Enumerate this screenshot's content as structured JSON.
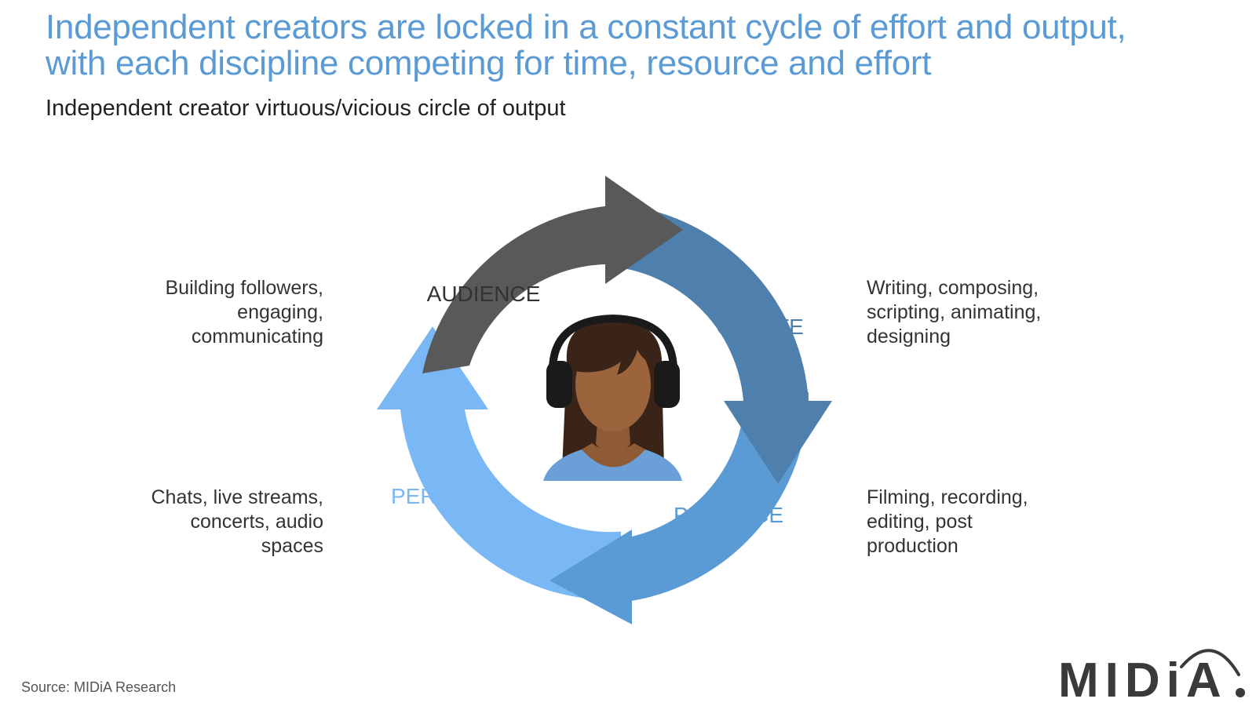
{
  "headline": {
    "line1": "Independent creators are locked in a constant cycle of effort and output,",
    "line2": "with each discipline competing for time, resource and effort"
  },
  "subtitle": "Independent creator virtuous/vicious circle of output",
  "stages": {
    "audience": {
      "label": "AUDIENCE",
      "color": "#595959",
      "description": [
        "Building followers,",
        "engaging,",
        "communicating"
      ]
    },
    "create": {
      "label": "CREATE",
      "color": "#4e7fad",
      "description": [
        "Writing, composing,",
        "scripting, animating,",
        "designing"
      ]
    },
    "produce": {
      "label": "PRODUCE",
      "color": "#5b9bd5",
      "description": [
        "Filming, recording,",
        "editing, post",
        "production"
      ]
    },
    "perform": {
      "label": "PERFORM",
      "color": "#7ab8f5",
      "description": [
        "Chats, live streams,",
        "concerts, audio",
        "spaces"
      ]
    }
  },
  "source": "Source: MIDiA Research",
  "logo": {
    "text": "MIDiA",
    "color": "#3a3a3a"
  },
  "icons": {
    "center": "creator-with-headphones-icon"
  }
}
